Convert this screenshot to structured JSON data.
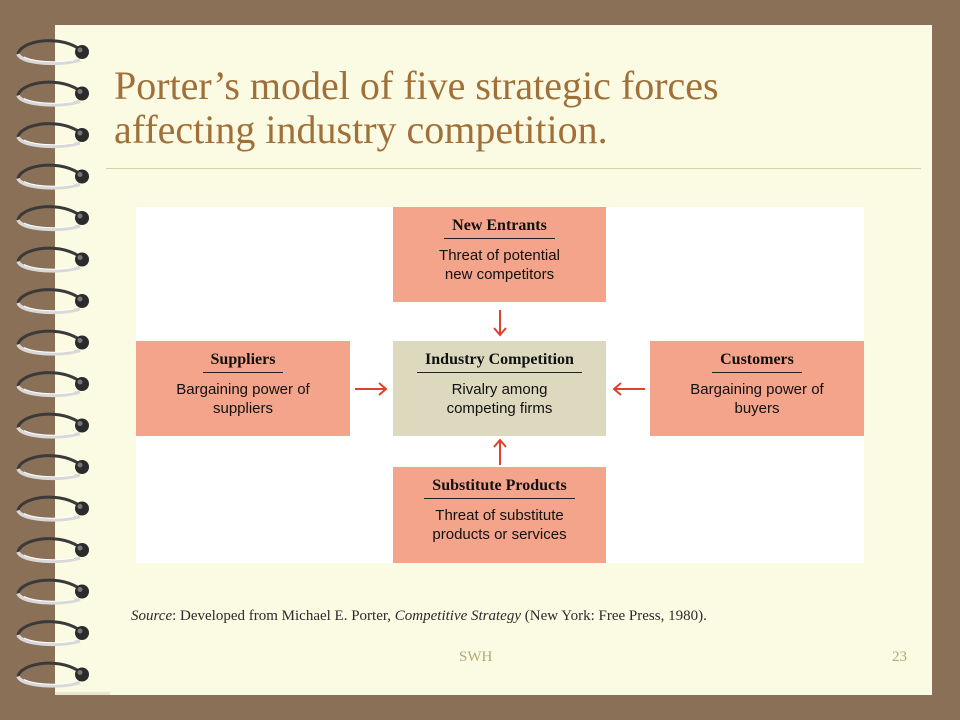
{
  "slide": {
    "title_line1": "Porter’s model of five strategic forces",
    "title_line2": "affecting industry competition.",
    "footer_center": "SWH",
    "page_number": "23"
  },
  "diagram": {
    "new_entrants": {
      "title": "New Entrants",
      "line1": "Threat of potential",
      "line2": "new competitors"
    },
    "suppliers": {
      "title": "Suppliers",
      "line1": "Bargaining power of",
      "line2": "suppliers"
    },
    "industry": {
      "title": "Industry Competition",
      "line1": "Rivalry among",
      "line2": "competing firms"
    },
    "customers": {
      "title": "Customers",
      "line1": "Bargaining power of",
      "line2": "buyers"
    },
    "substitutes": {
      "title": "Substitute Products",
      "line1": "Threat of substitute",
      "line2": "products or services"
    }
  },
  "source": {
    "label": "Source",
    "text_before": ": Developed from Michael E. Porter, ",
    "book": "Competitive Strategy",
    "text_after": " (New York: Free Press, 1980)."
  },
  "colors": {
    "background": "#8b7058",
    "page": "#fbfbe3",
    "title": "#a0703a",
    "force_box": "#f4a48a",
    "center_box": "#dcd9bf",
    "arrow": "#e0402a"
  },
  "icons": {
    "binding": "spiral-binding-icon",
    "arrows": "arrow-icon"
  }
}
